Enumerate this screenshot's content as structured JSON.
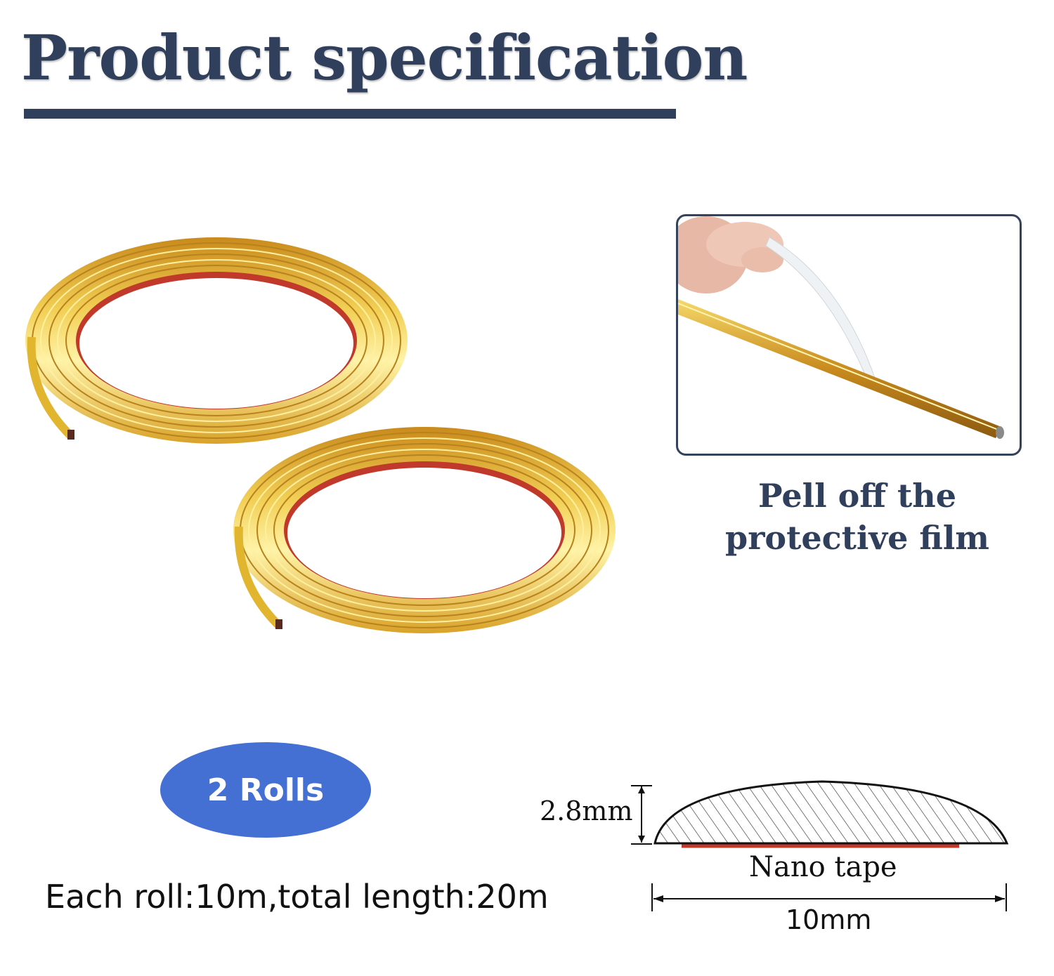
{
  "title": "Product specification",
  "film_caption": {
    "line1": "Pell off the",
    "line2": "protective film"
  },
  "badge": "2 Rolls",
  "length_text": "Each roll:10m,total length:20m",
  "diagram": {
    "height_label": "2.8mm",
    "tape_label": "Nano tape",
    "width_label": "10mm"
  },
  "colors": {
    "title": "#2f3f5c",
    "badge": "#4470d4",
    "gold": "#e2b52e",
    "tape_red": "#c0392b"
  }
}
